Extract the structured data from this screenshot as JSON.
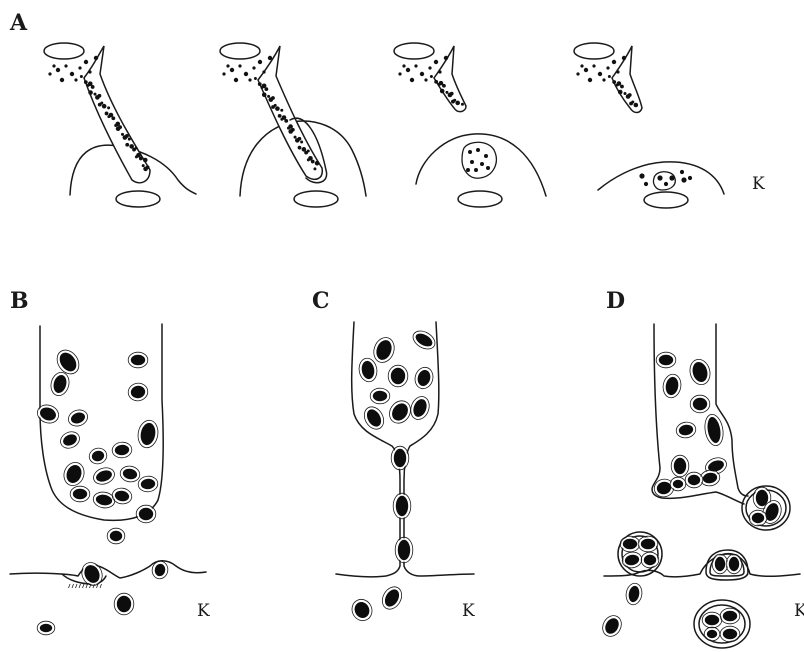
{
  "panels": {
    "a": {
      "letter": "A",
      "k_label": "K"
    },
    "b": {
      "letter": "B",
      "k_label": "K"
    },
    "c": {
      "letter": "C",
      "k_label": "K"
    },
    "d": {
      "letter": "D",
      "k_label": "K"
    }
  },
  "colors": {
    "ink": "#1a1a1a",
    "cell_fill": "#0d0d0d",
    "background": "#ffffff"
  }
}
